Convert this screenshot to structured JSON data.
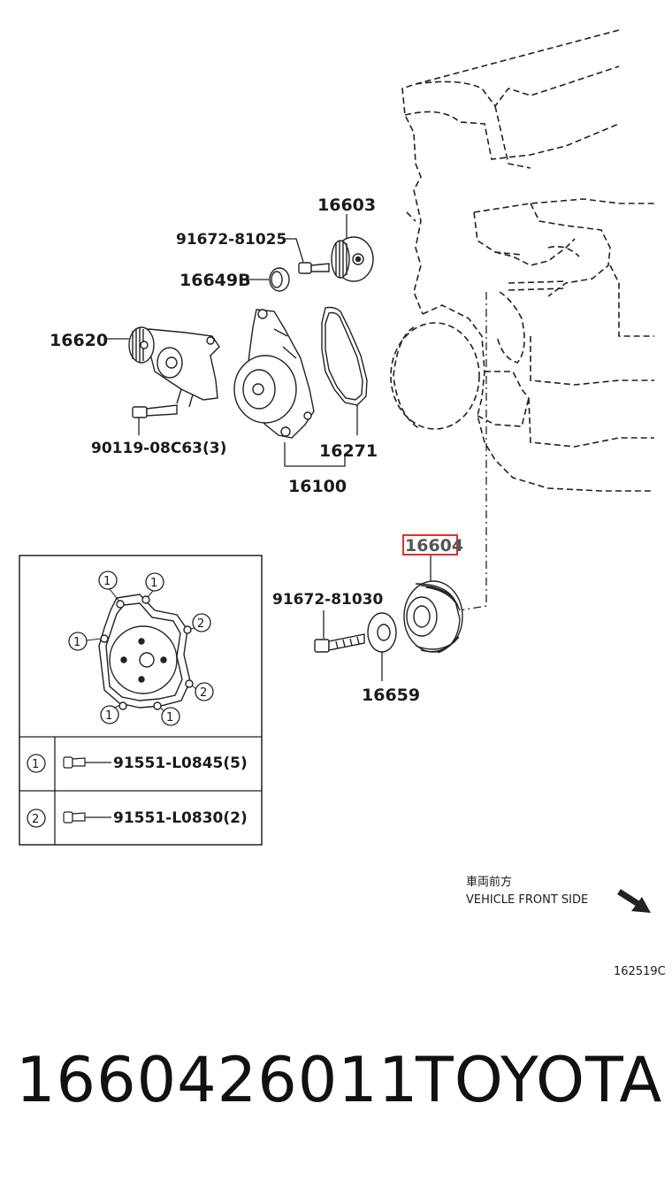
{
  "diagram": {
    "callouts": {
      "p16603": "16603",
      "p91672_81025": "91672-81025",
      "p16649B": "16649B",
      "p16620": "16620",
      "p90119": "90119-08C63(3)",
      "p16271": "16271",
      "p16100": "16100",
      "p16604": "16604",
      "p91672_81030": "91672-81030",
      "p16659": "16659"
    },
    "highlight_color": "#d9342b",
    "inset": {
      "circle_one": "1",
      "circle_two": "2",
      "rows": [
        {
          "marker": "1",
          "part": "91551-L0845(5)"
        },
        {
          "marker": "2",
          "part": "91551-L0830(2)"
        }
      ]
    },
    "direction_note": {
      "jp": "車両前方",
      "en": "VEHICLE FRONT SIDE"
    },
    "figure_ref": "162519C"
  },
  "footer": {
    "part_number": "1660426011",
    "brand": "TOYOTA"
  }
}
